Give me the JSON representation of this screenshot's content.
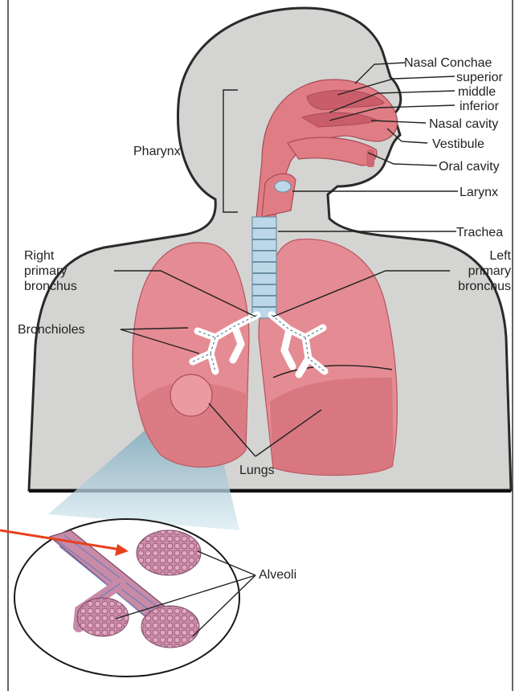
{
  "labels": {
    "nasal_conchae": "Nasal Conchae",
    "superior": "superior",
    "middle": "middle",
    "inferior": "inferior",
    "nasal_cavity": "Nasal cavity",
    "vestibule": "Vestibule",
    "oral_cavity": "Oral cavity",
    "larynx": "Larynx",
    "trachea": "Trachea",
    "pharynx": "Pharynx",
    "right_primary_bronchus": [
      "Right",
      "primary",
      "bronchus"
    ],
    "left_primary_bronchus": [
      "Left",
      "primary",
      "bronchus"
    ],
    "bronchioles": "Bronchioles",
    "lungs": "Lungs",
    "alveoli": "Alveoli"
  },
  "colors": {
    "body": "#d4d4d2",
    "lung": "#e58b93",
    "lung_dark": "#cf6872",
    "airway": "#e07d84",
    "trachea": "#bcd8e8",
    "alveoli": "#c98aa6",
    "arrow": "#e8401c"
  }
}
